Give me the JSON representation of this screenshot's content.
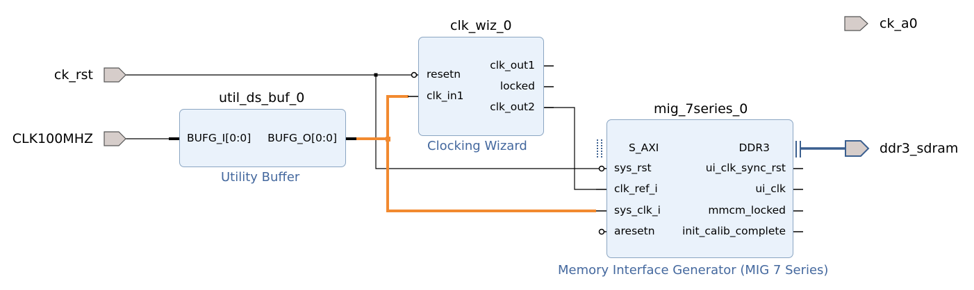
{
  "ports": {
    "ck_rst": "ck_rst",
    "clk100mhz": "CLK100MHZ",
    "ck_a0": "ck_a0",
    "ddr3_sdram": "ddr3_sdram"
  },
  "util_buf": {
    "name": "util_ds_buf_0",
    "subtitle": "Utility Buffer",
    "in_pin": "BUFG_I[0:0]",
    "out_pin": "BUFG_O[0:0]"
  },
  "clk_wiz": {
    "name": "clk_wiz_0",
    "subtitle": "Clocking Wizard",
    "pins_in": [
      "resetn",
      "clk_in1"
    ],
    "pins_out": [
      "clk_out1",
      "locked",
      "clk_out2"
    ]
  },
  "mig": {
    "name": "mig_7series_0",
    "subtitle": "Memory Interface Generator (MIG 7 Series)",
    "pins_in": [
      "S_AXI",
      "sys_rst",
      "clk_ref_i",
      "sys_clk_i",
      "aresetn"
    ],
    "pins_out": [
      "DDR3",
      "ui_clk_sync_rst",
      "ui_clk",
      "mmcm_locked",
      "init_calib_complete"
    ]
  },
  "colors": {
    "block_fill": "#eaf2fb",
    "block_border": "#8aa5c2",
    "subtitle": "#44689e",
    "clock_net": "#f28a30",
    "bus_net": "#3a5f8f"
  }
}
